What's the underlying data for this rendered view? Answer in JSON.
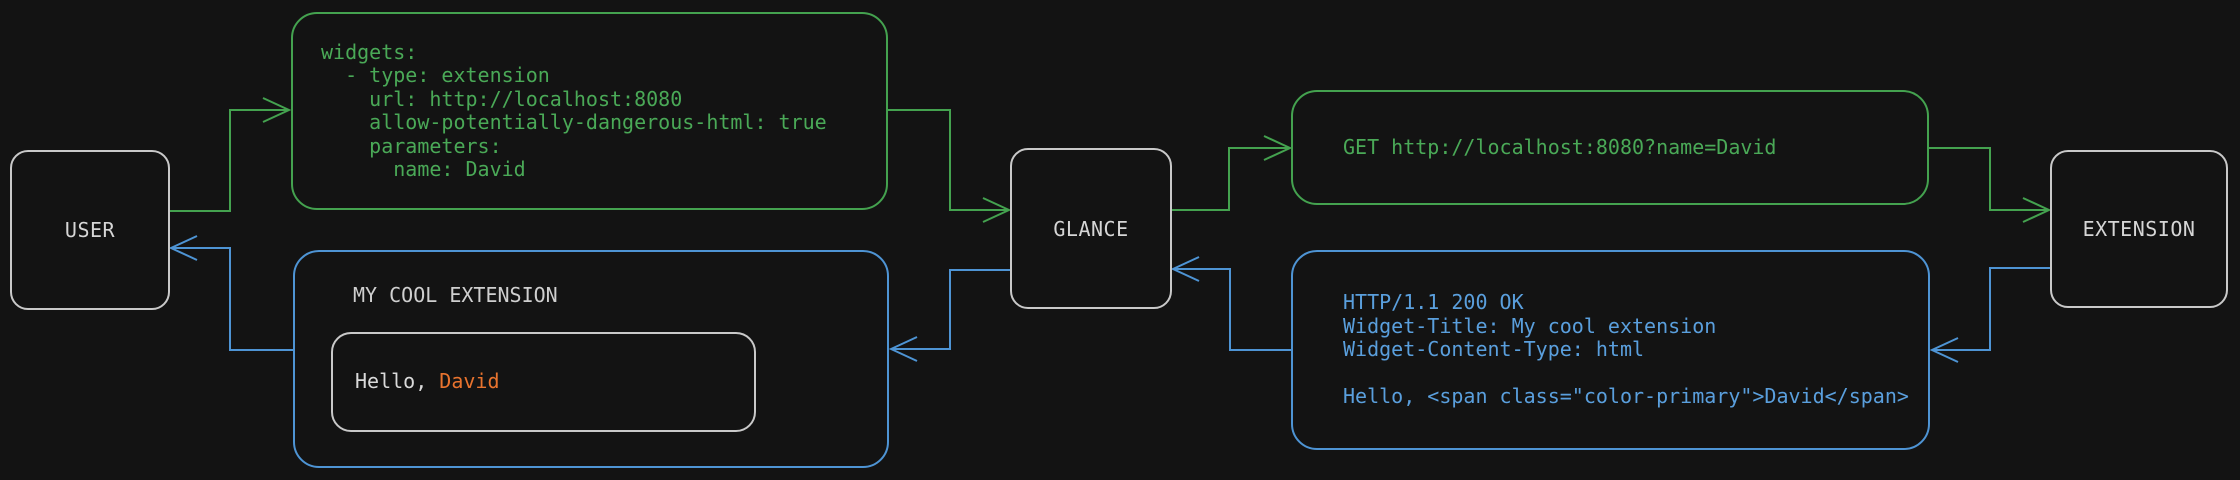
{
  "nodes": {
    "user": "USER",
    "glance": "GLANCE",
    "extension": "EXTENSION"
  },
  "config_box": {
    "lines": [
      "widgets:",
      "  - type: extension",
      "    url: http://localhost:8080",
      "    allow-potentially-dangerous-html: true",
      "    parameters:",
      "      name: David"
    ]
  },
  "request_box": {
    "text": "GET http://localhost:8080?name=David"
  },
  "response_box": {
    "lines": [
      "HTTP/1.1 200 OK",
      "Widget-Title: My cool extension",
      "Widget-Content-Type: html",
      "",
      "Hello, <span class=\"color-primary\">David</span>"
    ]
  },
  "widget_preview": {
    "title": "MY COOL EXTENSION",
    "greeting_prefix": "Hello, ",
    "greeting_name": "David"
  },
  "colors": {
    "request_flow_green": "#44a24f",
    "response_flow_blue": "#4e94d4",
    "name_highlight_orange": "#e8732e",
    "node_border": "#c9c9c9",
    "text_light": "#d6d6d6",
    "background": "#131313"
  }
}
